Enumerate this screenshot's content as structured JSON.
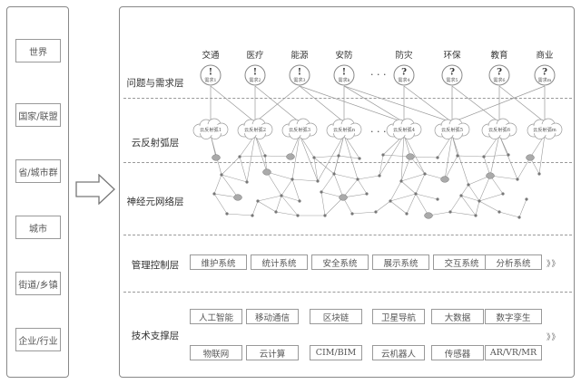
{
  "scales": [
    "世界",
    "国家/联盟",
    "省/城市群",
    "城市",
    "街道/乡镇",
    "企业/行业"
  ],
  "layers": {
    "problem": "问题与需求层",
    "cloud": "云反射弧层",
    "neural": "神经元网络层",
    "management": "管理控制层",
    "tech": "技术支撑层"
  },
  "needs": [
    {
      "label": "交通",
      "symbol": "!",
      "tag": "需求1"
    },
    {
      "label": "医疗",
      "symbol": "!",
      "tag": "需求2"
    },
    {
      "label": "能源",
      "symbol": "!",
      "tag": "需求3"
    },
    {
      "label": "安防",
      "symbol": "!",
      "tag": "需求k"
    },
    {
      "label": "防灾",
      "symbol": "?",
      "tag": "需求4"
    },
    {
      "label": "环保",
      "symbol": "?",
      "tag": "需求5"
    },
    {
      "label": "教育",
      "symbol": "?",
      "tag": "需求6"
    },
    {
      "label": "商业",
      "symbol": "?",
      "tag": "需求m"
    }
  ],
  "ellipsis": "· · ·",
  "clouds": [
    "云反射弧1",
    "云反射弧2",
    "云反射弧3",
    "云反射弧n",
    "云反射弧4",
    "云反射弧5",
    "云反射弧6",
    "云反射弧m"
  ],
  "management": [
    "维护系统",
    "统计系统",
    "安全系统",
    "展示系统",
    "交互系统",
    "分析系统"
  ],
  "tech_row1": [
    "人工智能",
    "移动通信",
    "区块链",
    "卫星导航",
    "大数据",
    "数字孪生"
  ],
  "tech_row2": [
    "物联网",
    "云计算",
    "CIM/BIM",
    "云机器人",
    "传感器",
    "AR/VR/MR"
  ],
  "more": "》》",
  "colors": {
    "line": "#999999",
    "node": "#aaaaaa",
    "text": "#444444"
  }
}
